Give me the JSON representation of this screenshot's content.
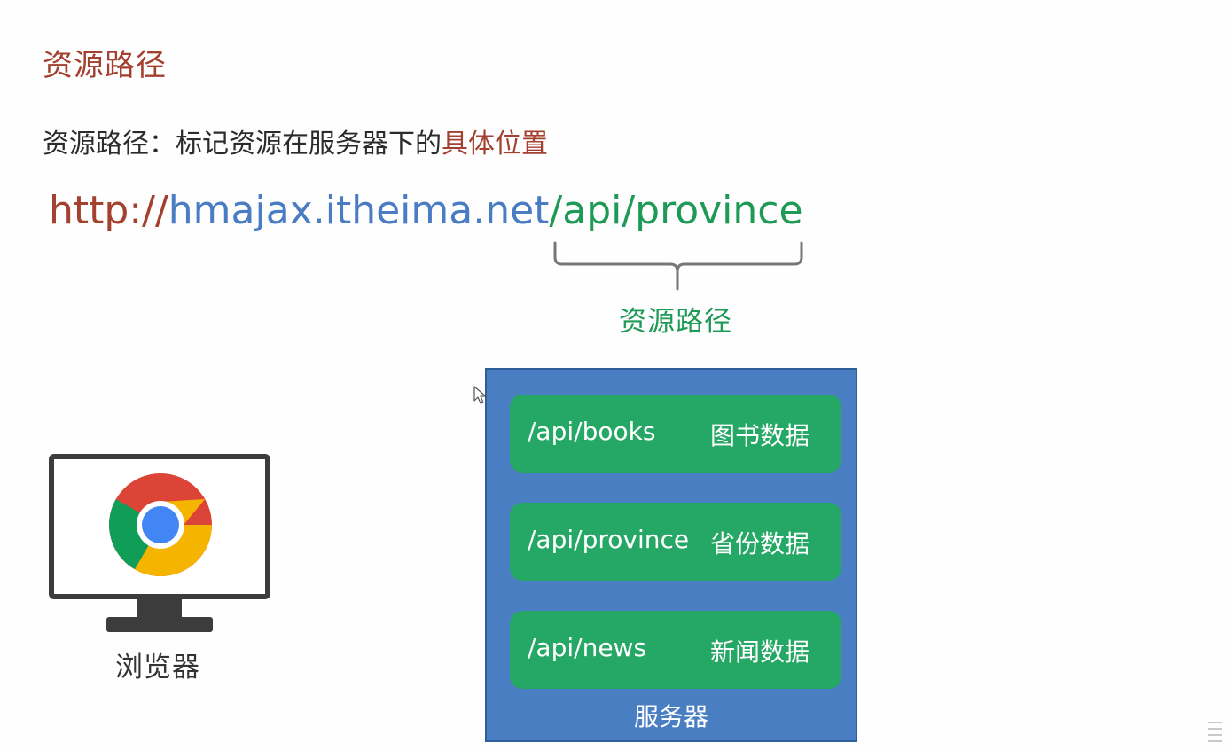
{
  "title": "资源路径",
  "definition": {
    "prefix": "资源路径：标记资源在服务器下的",
    "emphasis": "具体位置"
  },
  "url": {
    "scheme": "http://",
    "host": "hmajax.itheima.net",
    "path": "/api/province"
  },
  "brace_label": "资源路径",
  "server": {
    "label": "服务器",
    "routes": [
      {
        "path": "/api/books",
        "desc": "图书数据"
      },
      {
        "path": "/api/province",
        "desc": "省份数据"
      },
      {
        "path": "/api/news",
        "desc": "新闻数据"
      }
    ]
  },
  "browser": {
    "label": "浏览器",
    "icon": "chrome-browser-icon"
  },
  "colors": {
    "title_red": "#a3402f",
    "host_blue": "#4a7cc4",
    "path_green": "#1e9a56",
    "server_blue": "#4a7ec2",
    "route_green": "#25a765"
  }
}
